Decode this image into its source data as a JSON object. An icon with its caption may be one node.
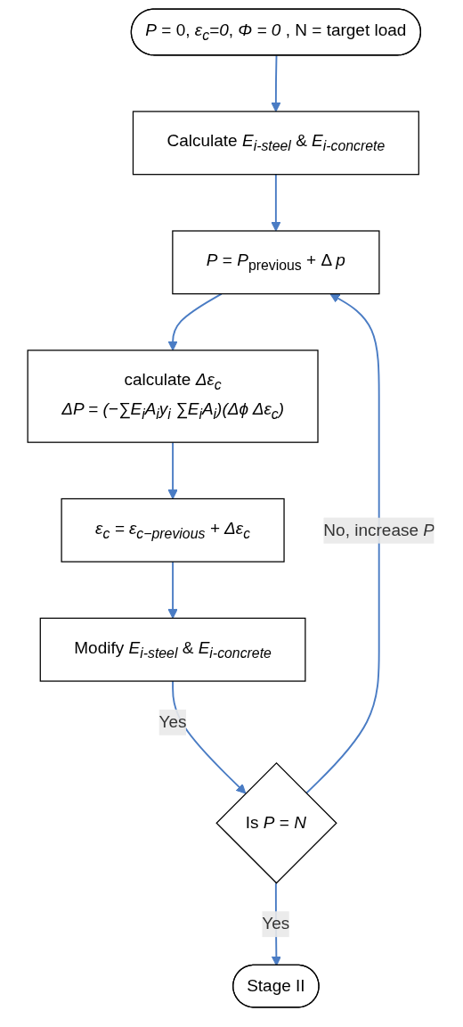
{
  "diagram": {
    "nodes": [
      {
        "text": [
          "*P* = 0, *ε$_{c}$=0*, *Φ = 0* , N = target load"
        ]
      },
      {
        "text": [
          "Calculate *E$_{i-steel}$* & *E$_{i-concrete}$*"
        ]
      },
      {
        "text": [
          "*P* = *P*$_{previous}$ + Δ *p*"
        ]
      },
      {
        "text": [
          "calculate *Δε$_{c}$*",
          "*ΔP = (−∑E$_{i}$A$_{i}$y$_{i}$ ∑E$_{i}$A$_{i}$)(Δϕ Δε$_{c}$)*"
        ]
      },
      {
        "text": [
          "*ε$_{c}$ = ε$_{c−previous}$ + Δε$_{c}$*"
        ]
      },
      {
        "text": [
          "Modify *E$_{i-steel}$* & *E$_{i-concrete}$*"
        ]
      },
      {
        "text": [
          "Is *P* = *N*"
        ]
      },
      {
        "text": [
          "Stage II"
        ]
      }
    ],
    "edges": [
      {
        "from": 0,
        "to": 1,
        "arrow": "to"
      },
      {
        "from": 1,
        "to": 2,
        "arrow": "to"
      },
      {
        "from": 2,
        "to": 3,
        "arrow": "to"
      },
      {
        "from": 3,
        "to": 4,
        "arrow": "to"
      },
      {
        "from": 4,
        "to": 5,
        "arrow": "to"
      },
      {
        "from": 5,
        "to": 6,
        "label": "Yes",
        "arrow": "to"
      },
      {
        "from": 6,
        "to": 7,
        "label": "Yes",
        "arrow": "to"
      },
      {
        "from": 6,
        "to": 2,
        "label": "No, increase *P*",
        "arrow": "to"
      }
    ]
  }
}
